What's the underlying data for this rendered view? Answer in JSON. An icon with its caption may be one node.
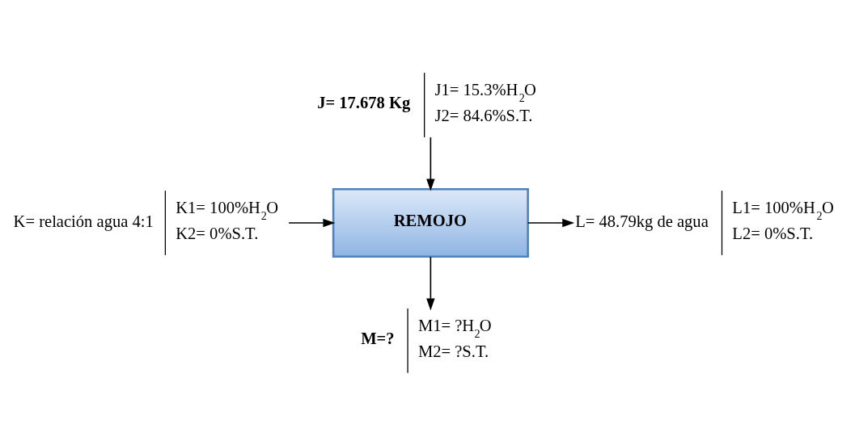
{
  "diagram": {
    "nodes": [
      {
        "text": [
          "J= 17.678 Kg",
          "J1= 15.3%H$_{2}$O",
          "J2= 84.6%S.T."
        ]
      },
      {
        "text": [
          "K= relación agua 4:1",
          "K1= 100%H$_{2}$O",
          "K2= 0%S.T."
        ]
      },
      {
        "text": [
          "REMOJO"
        ]
      },
      {
        "text": [
          "L= 48.79kg de agua",
          "L1= 100%H$_{2}$O",
          "L2= 0%S.T."
        ]
      },
      {
        "text": [
          "M=?",
          "M1= ?H$_{2}$O",
          "M2= ?S.T."
        ]
      }
    ],
    "edges": [
      {
        "from": 0,
        "to": 2,
        "arrow": "to"
      },
      {
        "from": 1,
        "to": 2,
        "arrow": "to"
      },
      {
        "from": 2,
        "to": 3,
        "arrow": "to"
      },
      {
        "from": 2,
        "to": 4,
        "arrow": "to"
      }
    ]
  }
}
